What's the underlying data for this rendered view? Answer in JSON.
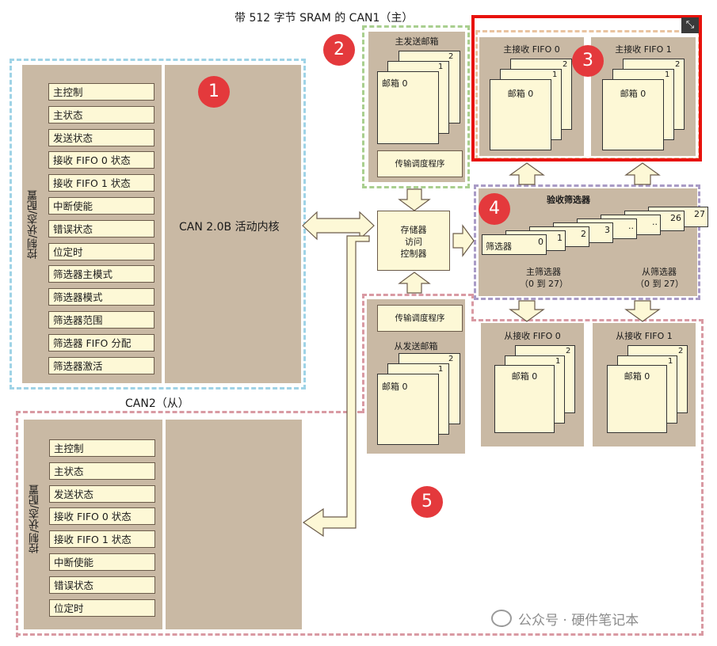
{
  "title": "带 512 字节 SRAM 的 CAN1（主）",
  "can2_title": "CAN2（从）",
  "can1_registers": [
    "主控制",
    "主状态",
    "发送状态",
    "接收 FIFO 0 状态",
    "接收 FIFO 1 状态",
    "中断使能",
    "错误状态",
    "位定时",
    "筛选器主模式",
    "筛选器模式",
    "筛选器范围",
    "筛选器 FIFO 分配",
    "筛选器激活"
  ],
  "can2_registers": [
    "主控制",
    "主状态",
    "发送状态",
    "接收 FIFO 0 状态",
    "接收 FIFO 1 状态",
    "中断使能",
    "错误状态",
    "位定时"
  ],
  "ctrl_label": "控制/状态/配置",
  "core_label": "CAN 2.0B 活动内核",
  "master_tx": {
    "title": "主发送邮箱",
    "mailbox": "邮箱 0",
    "n1": "1",
    "n2": "2",
    "scheduler": "传输调度程序"
  },
  "slave_tx": {
    "title": "从发送邮箱",
    "mailbox": "邮箱 0",
    "n1": "1",
    "n2": "2",
    "scheduler": "传输调度程序"
  },
  "memory_ctrl": [
    "存储器",
    "访问",
    "控制器"
  ],
  "master_rx_fifo0": {
    "title": "主接收 FIFO 0",
    "mailbox": "邮箱 0",
    "n1": "1",
    "n2": "2"
  },
  "master_rx_fifo1": {
    "title": "主接收 FIFO 1",
    "mailbox": "邮箱 0",
    "n1": "1",
    "n2": "2"
  },
  "slave_rx_fifo0": {
    "title": "从接收 FIFO 0",
    "mailbox": "邮箱 0",
    "n1": "1",
    "n2": "2"
  },
  "slave_rx_fifo1": {
    "title": "从接收 FIFO 1",
    "mailbox": "邮箱 0",
    "n1": "1",
    "n2": "2"
  },
  "filter": {
    "title": "验收筛选器",
    "label": "筛选器",
    "numbers": [
      "0",
      "1",
      "2",
      "3",
      "..",
      "..",
      "26",
      "27"
    ],
    "master": [
      "主筛选器",
      "（0 到 27）"
    ],
    "slave": [
      "从筛选器",
      "（0 到 27）"
    ]
  },
  "badges": [
    "1",
    "2",
    "3",
    "4",
    "5"
  ],
  "watermark": "公众号 · 硬件笔记本",
  "colors": {
    "highlight": "#e8120c",
    "badge": "#e4393c",
    "tan": "#c9b9a4",
    "cream": "#fdf8d6"
  }
}
